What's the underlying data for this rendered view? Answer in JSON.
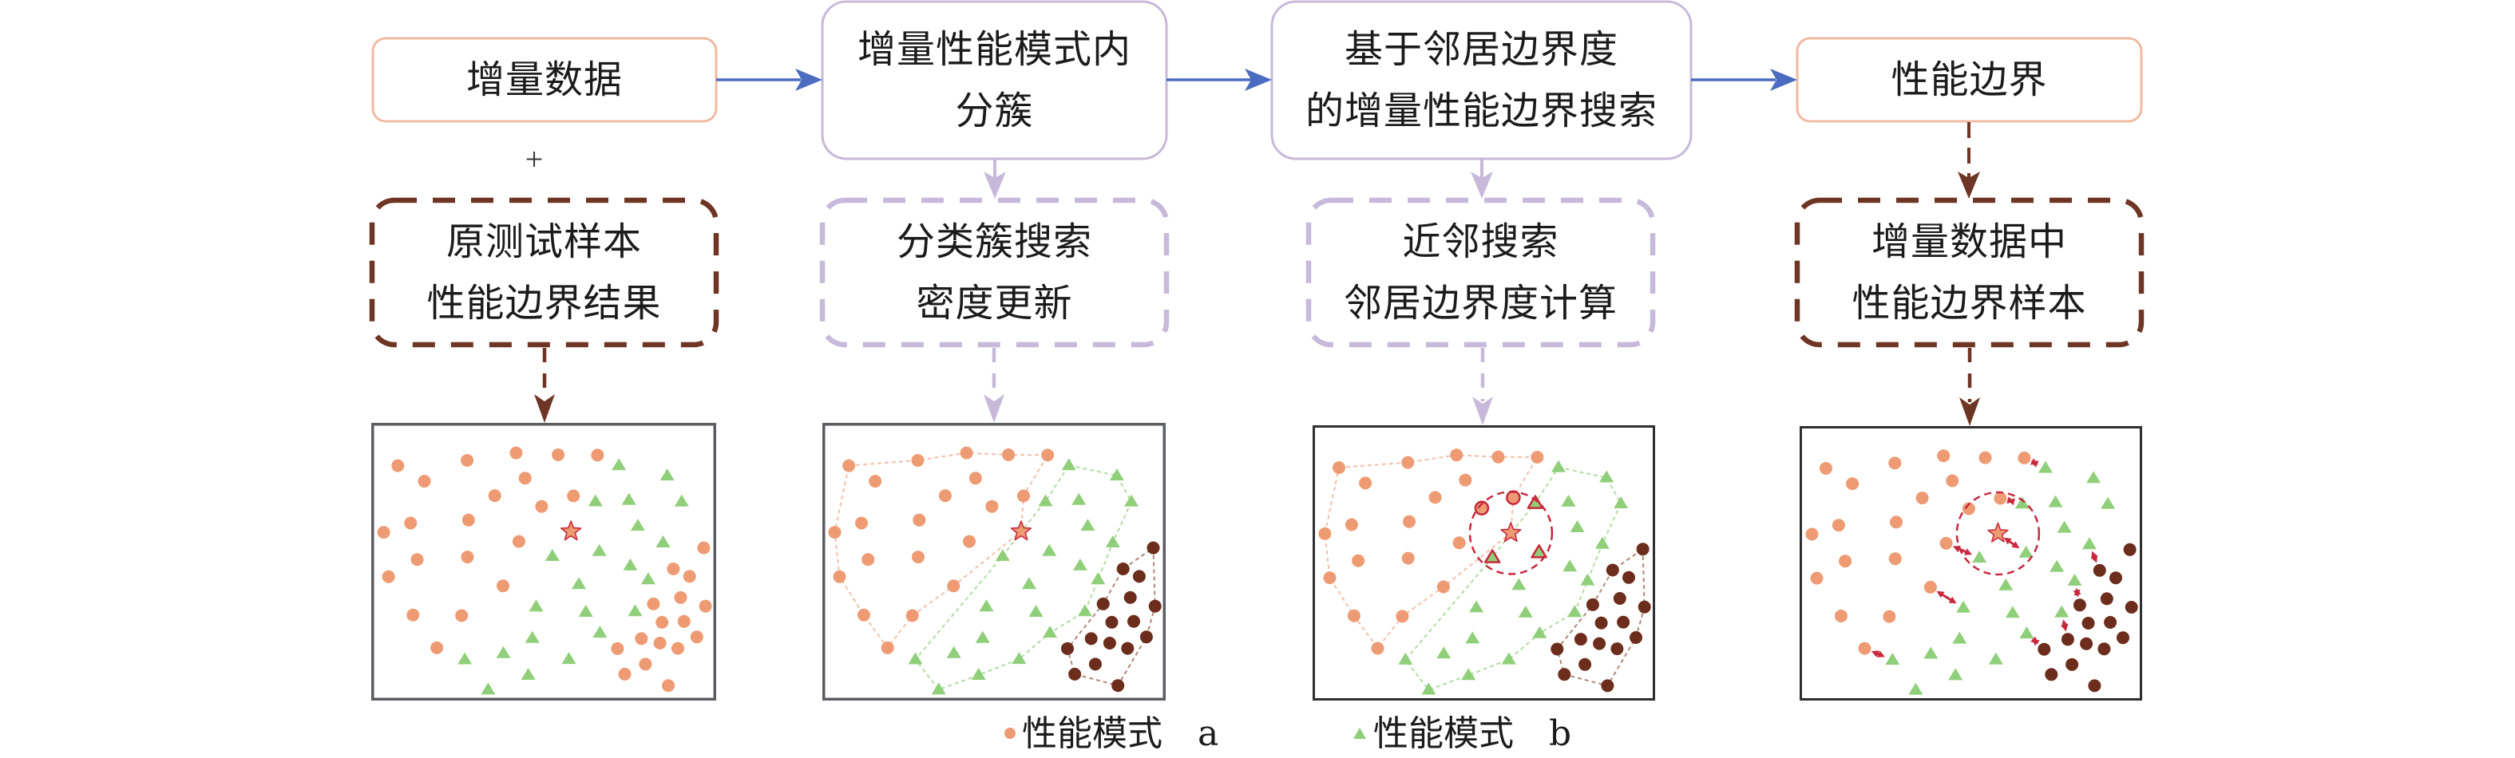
{
  "flow": {
    "top_boxes": [
      {
        "lines": [
          "增量数据"
        ]
      },
      {
        "lines": [
          "增量性能模式内",
          "分簇"
        ]
      },
      {
        "lines": [
          "基于邻居边界度",
          "的增量性能边界搜索"
        ]
      },
      {
        "lines": [
          "性能边界"
        ]
      }
    ],
    "connector_symbol": "+",
    "detail_boxes": [
      {
        "lines": [
          "原测试样本",
          "性能边界结果"
        ]
      },
      {
        "lines": [
          "分类簇搜索",
          "密度更新"
        ]
      },
      {
        "lines": [
          "近邻搜索",
          "邻居边界度计算"
        ]
      },
      {
        "lines": [
          "增量数据中",
          "性能边界样本"
        ]
      }
    ]
  },
  "legend": [
    {
      "marker": "circle",
      "label": "性能模式 a",
      "color": "#ee9b74"
    },
    {
      "marker": "triangle",
      "label": "性能模式 b",
      "color": "#90cf7a"
    }
  ],
  "colors": {
    "mode_a": "#ee9b74",
    "mode_b": "#90cf7a",
    "separated_cluster": "#6c2d1c",
    "query_star_fill": "#ee9b74",
    "highlight": "#c8283c",
    "hull_mode_a": "#f3c0a8",
    "hull_mode_b": "#b3dca2",
    "hull_separated": "#b08878",
    "flow_arrow": "#4a6bbf",
    "data_box": "#f2b9a1",
    "process_box": "#c6b9da",
    "result_box": "#6e3524",
    "panel_border": "#595d62",
    "panel_border_dark": "#2f2f2f"
  },
  "scatter": {
    "mode_a_points": [
      [
        7.7,
        84.6
      ],
      [
        15.4,
        79.0
      ],
      [
        27.8,
        86.5
      ],
      [
        42.0,
        89.2
      ],
      [
        54.2,
        88.5
      ],
      [
        65.6,
        88.4
      ],
      [
        44.6,
        80.1
      ],
      [
        35.8,
        73.8
      ],
      [
        58.6,
        73.7
      ],
      [
        49.4,
        69.9
      ],
      [
        11.4,
        63.9
      ],
      [
        3.6,
        60.6
      ],
      [
        28.2,
        65.0
      ],
      [
        42.8,
        57.3
      ],
      [
        13.3,
        50.8
      ],
      [
        27.9,
        51.7
      ],
      [
        5.0,
        44.6
      ],
      [
        38.2,
        41.3
      ],
      [
        96.4,
        55.0
      ],
      [
        87.6,
        47.4
      ],
      [
        92.3,
        44.7
      ],
      [
        89.7,
        37.1
      ],
      [
        81.8,
        34.8
      ],
      [
        96.9,
        34.0
      ],
      [
        12.1,
        30.8
      ],
      [
        26.2,
        30.6
      ],
      [
        84.3,
        28.2
      ],
      [
        90.7,
        28.5
      ],
      [
        19.0,
        19.0
      ],
      [
        78.3,
        22.3
      ],
      [
        83.7,
        20.7
      ],
      [
        94.4,
        22.9
      ],
      [
        71.4,
        18.7
      ],
      [
        88.9,
        18.8
      ],
      [
        79.5,
        13.1
      ],
      [
        73.5,
        9.5
      ],
      [
        86.1,
        5.4
      ]
    ],
    "mode_b_points": [
      [
        71.8,
        84.7
      ],
      [
        85.8,
        81.0
      ],
      [
        65.0,
        71.7
      ],
      [
        74.7,
        72.2
      ],
      [
        90.0,
        71.6
      ],
      [
        77.3,
        62.9
      ],
      [
        84.6,
        56.9
      ],
      [
        66.1,
        53.8
      ],
      [
        52.5,
        52.0
      ],
      [
        75.1,
        48.6
      ],
      [
        80.3,
        43.6
      ],
      [
        60.2,
        41.9
      ],
      [
        47.8,
        33.8
      ],
      [
        62.2,
        31.9
      ],
      [
        76.5,
        32.1
      ],
      [
        66.3,
        24.4
      ],
      [
        46.7,
        22.5
      ],
      [
        38.3,
        17.0
      ],
      [
        27.1,
        14.8
      ],
      [
        57.3,
        14.9
      ],
      [
        45.5,
        9.2
      ],
      [
        33.9,
        3.9
      ]
    ],
    "query_point": [
      57.9,
      60.9
    ],
    "separated_cluster": [
      18,
      19,
      20,
      21,
      22,
      23,
      26,
      27,
      29,
      30,
      31,
      32,
      33,
      34,
      35,
      36
    ],
    "hulls": [
      {
        "cluster": "mode_a",
        "vertices": [
          "a0",
          "a2",
          "a3",
          "a4",
          "a5",
          "a8",
          "q",
          "a17",
          "a25",
          "a28",
          "a24",
          "a16",
          "a11"
        ]
      },
      {
        "cluster": "mode_b",
        "vertices": [
          "b0",
          "b1",
          "b4",
          "b6",
          "b10",
          "b14",
          "b15",
          "b19",
          "b20",
          "b21",
          "b18",
          "b8",
          "q",
          "b2"
        ]
      },
      {
        "cluster": "separated",
        "vertices": [
          "a18",
          "a23",
          "a31",
          "a36",
          "a35",
          "a32",
          "a22",
          "a19"
        ]
      }
    ],
    "neighbor_radius": 12,
    "neighbors": [
      "a8",
      "a9",
      "b2",
      "b7",
      "b8"
    ],
    "boundary_pairs": [
      [
        "a5",
        "b0"
      ],
      [
        "a8",
        "b2"
      ],
      [
        "a13",
        "b8"
      ],
      [
        "q",
        "b7"
      ],
      [
        "a17",
        "b12"
      ],
      [
        "a28",
        "b18"
      ],
      [
        "b6",
        "a19"
      ],
      [
        "b10",
        "a22"
      ],
      [
        "b14",
        "a29"
      ],
      [
        "b15",
        "a32"
      ]
    ]
  },
  "panels": [
    {
      "separated_cluster": false,
      "hulls": false,
      "neighborhood": false,
      "highlight_neighbors": false,
      "boundary_pairs": false
    },
    {
      "separated_cluster": true,
      "hulls": true,
      "neighborhood": false,
      "highlight_neighbors": false,
      "boundary_pairs": false
    },
    {
      "separated_cluster": true,
      "hulls": true,
      "neighborhood": true,
      "highlight_neighbors": true,
      "boundary_pairs": false
    },
    {
      "separated_cluster": true,
      "hulls": false,
      "neighborhood": true,
      "highlight_neighbors": false,
      "boundary_pairs": true
    }
  ]
}
